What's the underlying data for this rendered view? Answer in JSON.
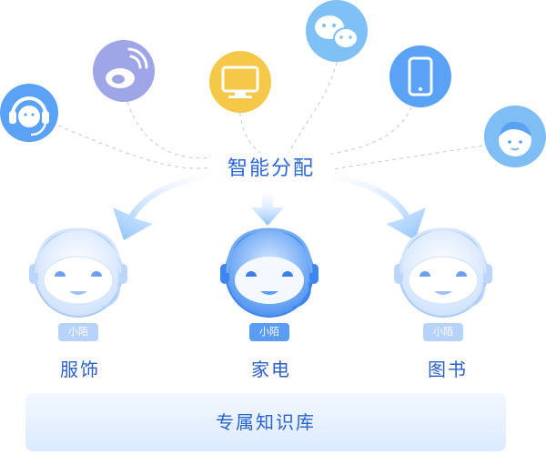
{
  "hub": {
    "label": "智能分配"
  },
  "channels": [
    {
      "name": "headset-agent-icon"
    },
    {
      "name": "weibo-icon"
    },
    {
      "name": "monitor-icon"
    },
    {
      "name": "wechat-icon"
    },
    {
      "name": "smartphone-icon"
    },
    {
      "name": "user-face-icon"
    }
  ],
  "bots": [
    {
      "tag": "小陌",
      "label": "服饰"
    },
    {
      "tag": "小陌",
      "label": "家电"
    },
    {
      "tag": "小陌",
      "label": "图书"
    }
  ],
  "base": {
    "label": "专属知识库"
  },
  "colors": {
    "primary": "#2b66d9",
    "icon_blue": "#5aa2f5",
    "icon_yellow": "#f5c84a",
    "bot_light": "#d6e7ff",
    "bot_active": "#5b9cf5"
  }
}
